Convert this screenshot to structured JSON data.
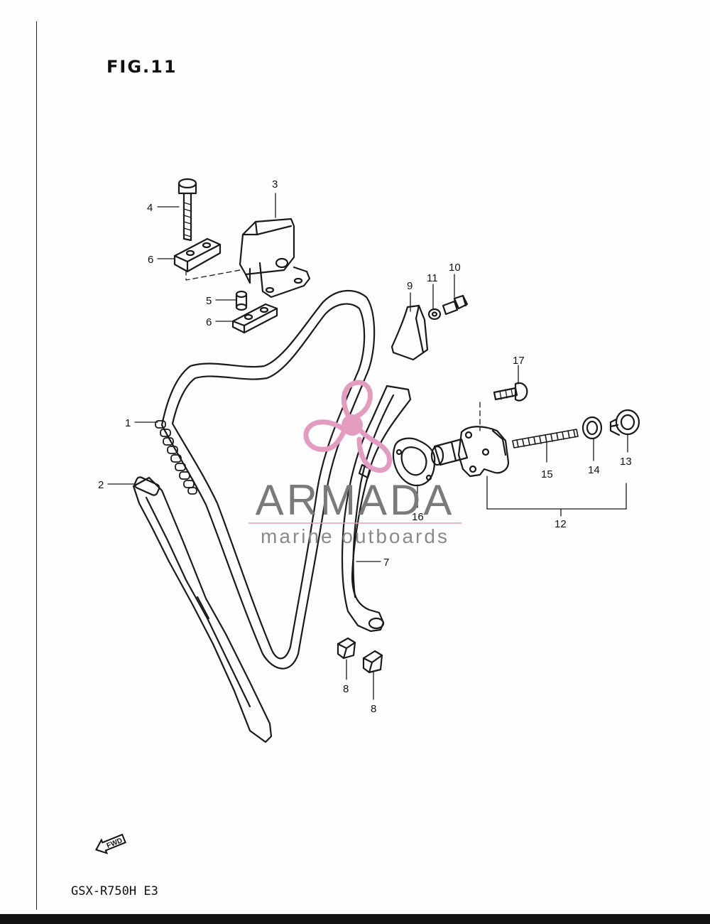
{
  "figure": {
    "title": "FIG.11",
    "model": "GSX-R750H E3"
  },
  "watermark": {
    "brand": "ARMADA",
    "tagline": "marine outboards",
    "logo": "propeller-logo",
    "logo_color": "#e39bc0"
  },
  "direction_badge": {
    "text": "FWD",
    "icon": "forward-arrow-icon"
  },
  "callouts": [
    {
      "id": "1",
      "part": "cam-chain"
    },
    {
      "id": "2",
      "part": "chain-guide-front"
    },
    {
      "id": "3",
      "part": "chain-guide-top"
    },
    {
      "id": "4",
      "part": "bolt"
    },
    {
      "id": "5",
      "part": "spacer"
    },
    {
      "id": "6a",
      "label": "6",
      "part": "cushion-plate-upper"
    },
    {
      "id": "6b",
      "label": "6",
      "part": "cushion-plate-lower"
    },
    {
      "id": "7",
      "part": "chain-guide-rear"
    },
    {
      "id": "8a",
      "label": "8",
      "part": "guide-cushion"
    },
    {
      "id": "8b",
      "label": "8",
      "part": "guide-cushion"
    },
    {
      "id": "9",
      "part": "chain-guide-no2"
    },
    {
      "id": "10",
      "part": "bolt"
    },
    {
      "id": "11",
      "part": "washer"
    },
    {
      "id": "12",
      "part": "tensioner-assy"
    },
    {
      "id": "13",
      "part": "cap"
    },
    {
      "id": "14",
      "part": "gasket"
    },
    {
      "id": "15",
      "part": "spring"
    },
    {
      "id": "16",
      "part": "gasket"
    },
    {
      "id": "17",
      "part": "bolt"
    }
  ]
}
